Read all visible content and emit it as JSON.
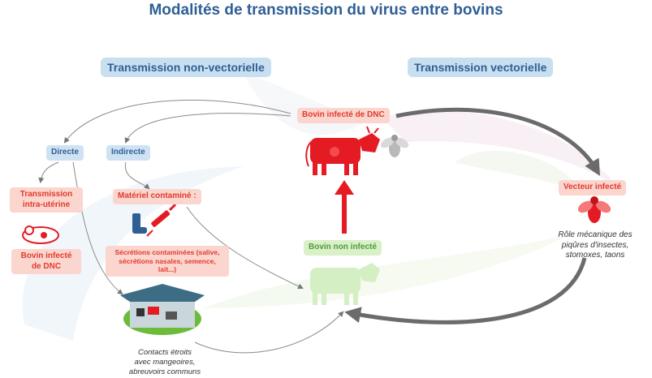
{
  "title": "Modalités de transmission du virus entre bovins",
  "sections": {
    "non_vector": "Transmission non-vectorielle",
    "vector": "Transmission vectorielle"
  },
  "labels": {
    "infected_bovine": "Bovin infecté de DNC",
    "direct": "Directe",
    "indirect": "Indirecte",
    "intra_uterine_line1": "Transmission",
    "intra_uterine_line2": "intra-utérine",
    "infected_calf_line1": "Bovin infecté",
    "infected_calf_line2": "de DNC",
    "contaminated_material": "Matériel contaminé :",
    "secretions_line1": "Sécrétions contaminées (salive,",
    "secretions_line2": "sécrétions nasales, semence,",
    "secretions_line3": "lait...)",
    "uninfected_bovine": "Bovin non infecté",
    "infected_vector": "Vecteur infecté",
    "vector_role_line1": "Rôle mécanique des",
    "vector_role_line2": "piqûres d'insectes,",
    "vector_role_line3": "stomoxes, taons",
    "contacts_line1": "Contacts étroits",
    "contacts_line2": "avec mangeoires,",
    "contacts_line3": "abreuvoirs communs"
  },
  "colors": {
    "title_blue": "#2f5f95",
    "section_bg": "#c8dff0",
    "red": "#e51b24",
    "pale_red": "#fbd6ce",
    "green": "#d9f0c9",
    "arrow_gray": "#7a7a7a"
  },
  "icons": {
    "cow_infected": "red-cow-icon",
    "fly_gray": "gray-fly-icon",
    "fly_red": "red-fly-icon",
    "cow_healthy": "green-cow-icon",
    "calf": "infected-calf-icon",
    "boot": "blue-boot-icon",
    "syringe": "red-syringe-icon",
    "barn": "barn-with-cattle-icon"
  }
}
